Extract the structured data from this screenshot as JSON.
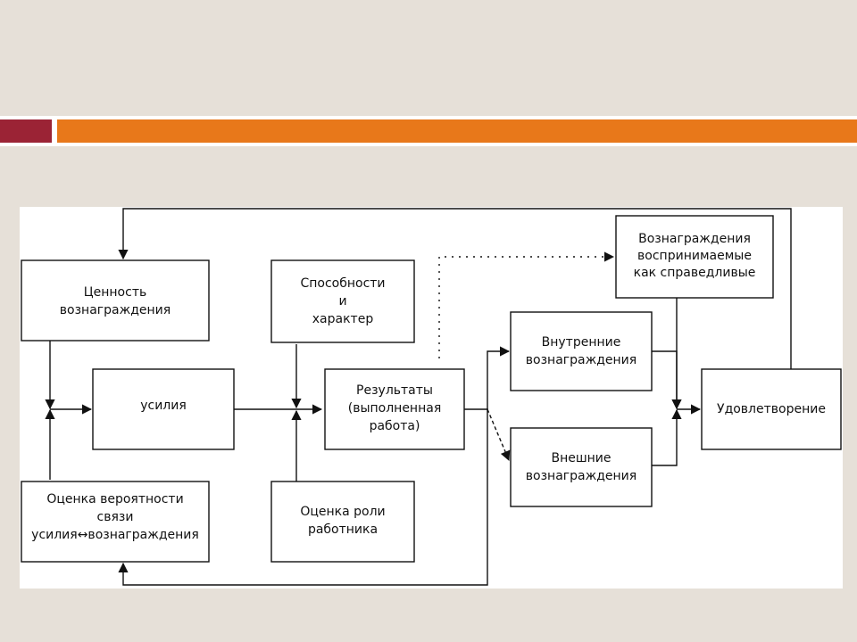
{
  "diagram": {
    "boxes": {
      "reward_value": [
        "Ценность",
        "вознаграждения"
      ],
      "effort": [
        "усилия"
      ],
      "abilities": [
        "Способности",
        "и",
        "характер"
      ],
      "results": [
        "Результаты",
        "(выполненная",
        "работа)"
      ],
      "internal": [
        "Внутренние",
        "вознаграждения"
      ],
      "external": [
        "Внешние",
        "вознаграждения"
      ],
      "fair": [
        "Вознаграждения",
        "воспринимаемые",
        "как справедливые"
      ],
      "satisfaction": [
        "Удовлетворение"
      ],
      "probability": [
        "Оценка вероятности",
        "связи",
        "усилия↔вознаграждения"
      ],
      "role": [
        "Оценка роли",
        "работника"
      ]
    }
  }
}
